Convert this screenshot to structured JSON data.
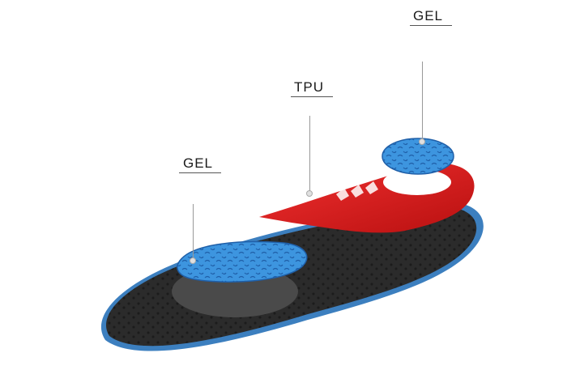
{
  "callouts": {
    "gel_top": {
      "text": "GEL"
    },
    "tpu": {
      "text": "TPU"
    },
    "gel_left": {
      "text": "GEL"
    }
  },
  "colors": {
    "gel": "#3a8fd8",
    "tpu": "#e02222",
    "sole": "#2a2a2a",
    "sole_edge": "#3a7fc0"
  }
}
